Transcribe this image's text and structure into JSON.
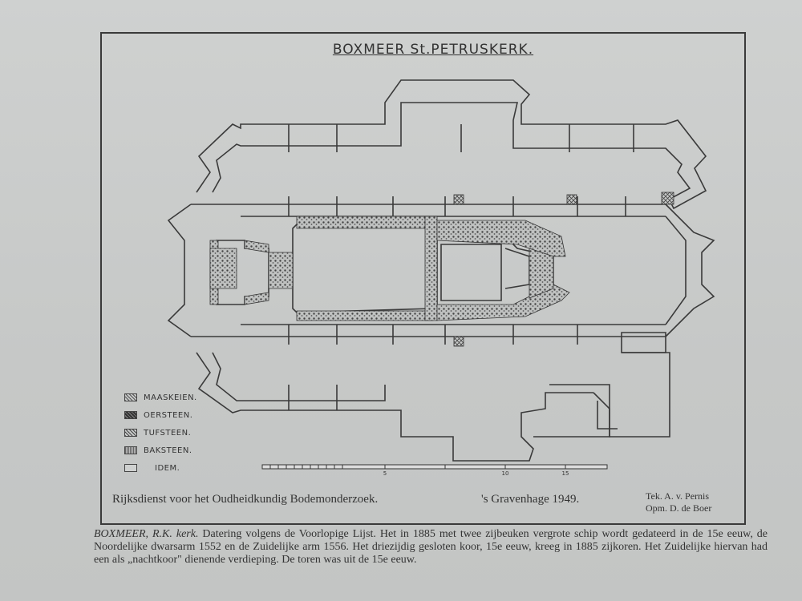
{
  "title": "BOXMEER  St.PETRUSKERK.",
  "legend": [
    {
      "label": "MAASKEIEN.",
      "pattern": "dots-light"
    },
    {
      "label": "OERSTEEN.",
      "pattern": "dots-dark"
    },
    {
      "label": "TUFSTEEN.",
      "pattern": "cross"
    },
    {
      "label": "BAKSTEEN.",
      "pattern": "dots-fine"
    },
    {
      "label": "IDEM.",
      "pattern": "blank"
    }
  ],
  "footer": {
    "institute": "Rijksdienst voor het Oudheidkundig Bodemonderzoek.",
    "place_date": "'s Gravenhage 1949.",
    "drawn_by": "Tek. A. v. Pernis",
    "surveyed_by": "Opm. D. de Boer"
  },
  "scale_labels": [
    "5",
    "10",
    "15"
  ],
  "caption": {
    "lead": "BOXMEER, R.K. kerk.",
    "text": " Datering volgens de Voorlopige Lijst. Het in 1885 met twee zijbeuken vergrote schip wordt gedateerd in de 15e eeuw, de Noordelijke dwarsarm 1552 en de Zuidelijke arm 1556. Het driezijdig gesloten koor, 15e eeuw, kreeg in 1885 zijkoren. Het Zuidelijke hiervan had een als „nachtkoor\" dienende verdieping. De toren was uit de 15e eeuw."
  },
  "colors": {
    "ink": "#3a3a3a",
    "paper": "#cfd1d0"
  }
}
